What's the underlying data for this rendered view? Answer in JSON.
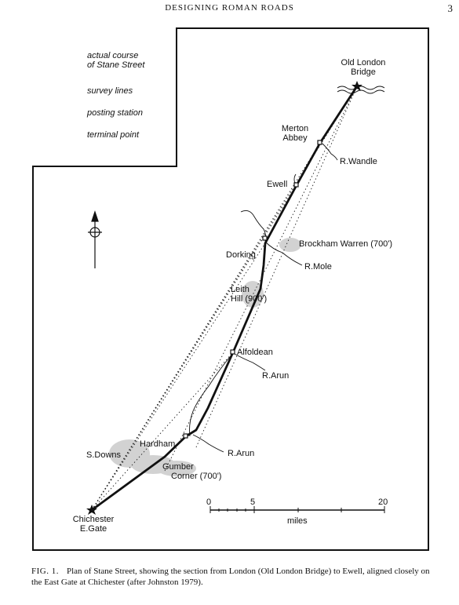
{
  "header": {
    "title": "DESIGNING ROMAN ROADS",
    "page_number": "3"
  },
  "legend": {
    "actual_course": [
      "actual course",
      "of Stane Street"
    ],
    "survey_lines": "survey lines",
    "posting_station": "posting station",
    "terminal_point": "terminal point"
  },
  "places": {
    "old_london": [
      "Old London",
      "Bridge"
    ],
    "merton": [
      "Merton",
      "Abbey"
    ],
    "r_wandle": "R.Wandle",
    "ewell": "Ewell",
    "brockham": "Brockham Warren (700')",
    "dorking": "Dorking",
    "r_mole": "R.Mole",
    "leith": [
      "Leith",
      "Hill (900')"
    ],
    "alfoldean": "Alfoldean",
    "r_arun_1": "R.Arun",
    "hardham": "Hardham",
    "s_downs": "S.Downs",
    "r_arun_2": "R.Arun",
    "gumber": [
      "Gumber",
      "Corner (700')"
    ],
    "chichester": [
      "Chichester",
      "E.Gate"
    ]
  },
  "scale": {
    "zero": "0",
    "five": "5",
    "twenty": "20",
    "unit": "miles"
  },
  "caption": {
    "label": "FIG. 1.",
    "text": "Plan of Stane Street, showing the section from London (Old London Bridge) to Ewell, aligned closely on the East Gate at Chichester (after Johnston 1979)."
  }
}
